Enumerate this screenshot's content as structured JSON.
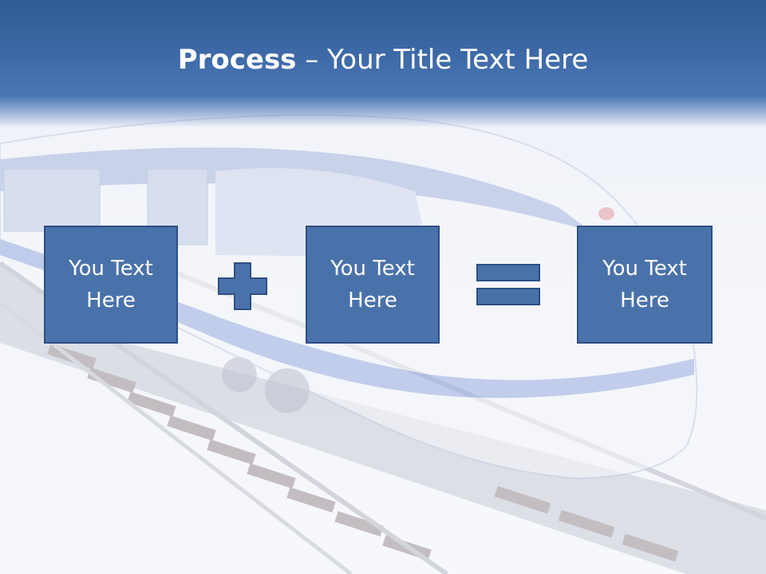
{
  "title": {
    "bold": "Process",
    "rest": " – Your Title Text Here"
  },
  "boxes": [
    {
      "text": "You Text Here"
    },
    {
      "text": "You Text Here"
    },
    {
      "text": "You Text Here"
    }
  ],
  "operators": [
    "plus-icon",
    "equals-icon"
  ],
  "colors": {
    "header": "#3e6aa8",
    "box_fill": "#4a72aa",
    "box_border": "#2d4f80",
    "text": "#ffffff"
  }
}
